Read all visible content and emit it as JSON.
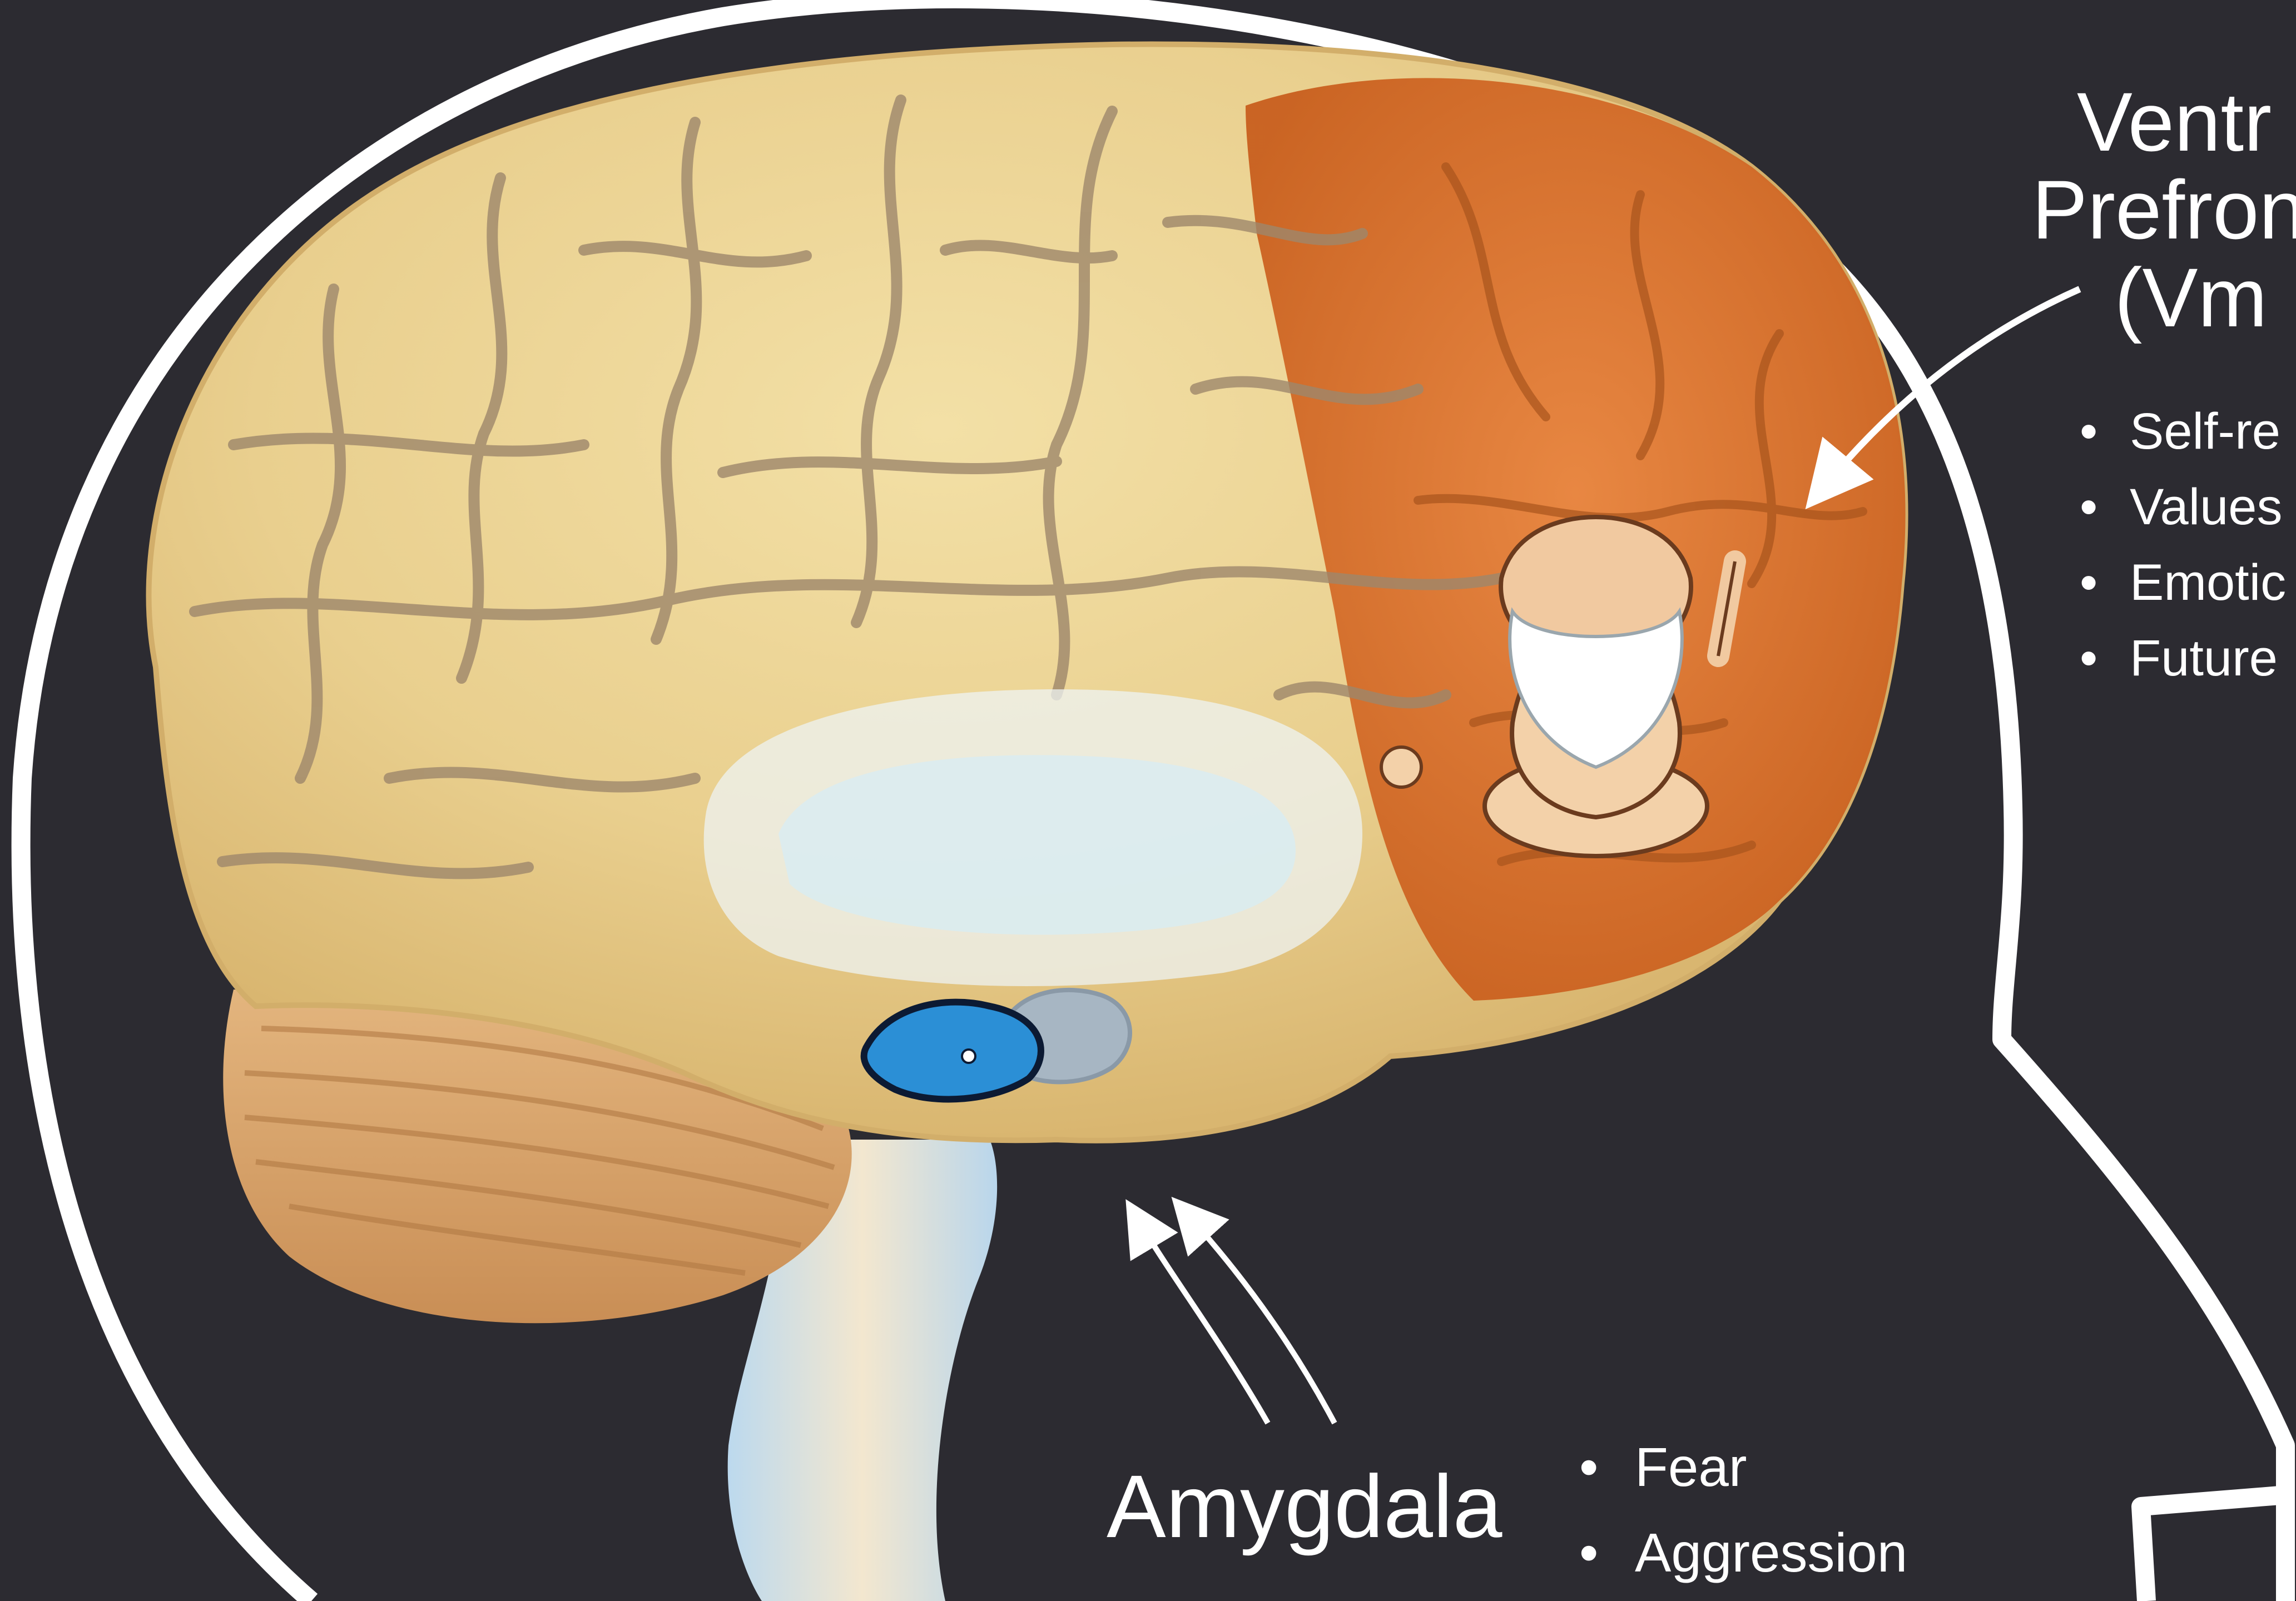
{
  "vmpfc": {
    "title_lines": [
      "Ventr",
      "Prefron",
      "(Vm"
    ],
    "bullets": [
      "Self-re",
      "Values",
      "Emotic",
      "Future"
    ]
  },
  "amygdala": {
    "title": "Amygdala",
    "bullets": [
      "Fear",
      "Aggression"
    ]
  },
  "colors": {
    "background": "#2c2b31",
    "head_outline": "#ffffff",
    "brain": "#e9cf8e",
    "vmpfc_region": "#d9722f",
    "amygdala": "#2b8fd6",
    "cerebellum": "#d8a36c"
  },
  "icons": [
    "sage-icon",
    "amygdala-icon",
    "arrow-icon"
  ]
}
